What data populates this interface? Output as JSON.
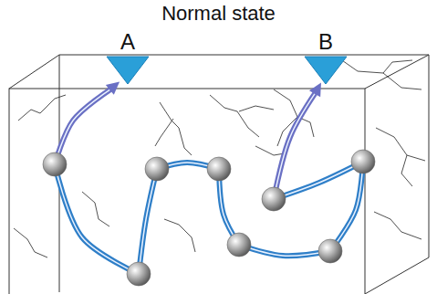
{
  "diagram": {
    "title": "Normal state",
    "labels": [
      "A",
      "B"
    ]
  }
}
